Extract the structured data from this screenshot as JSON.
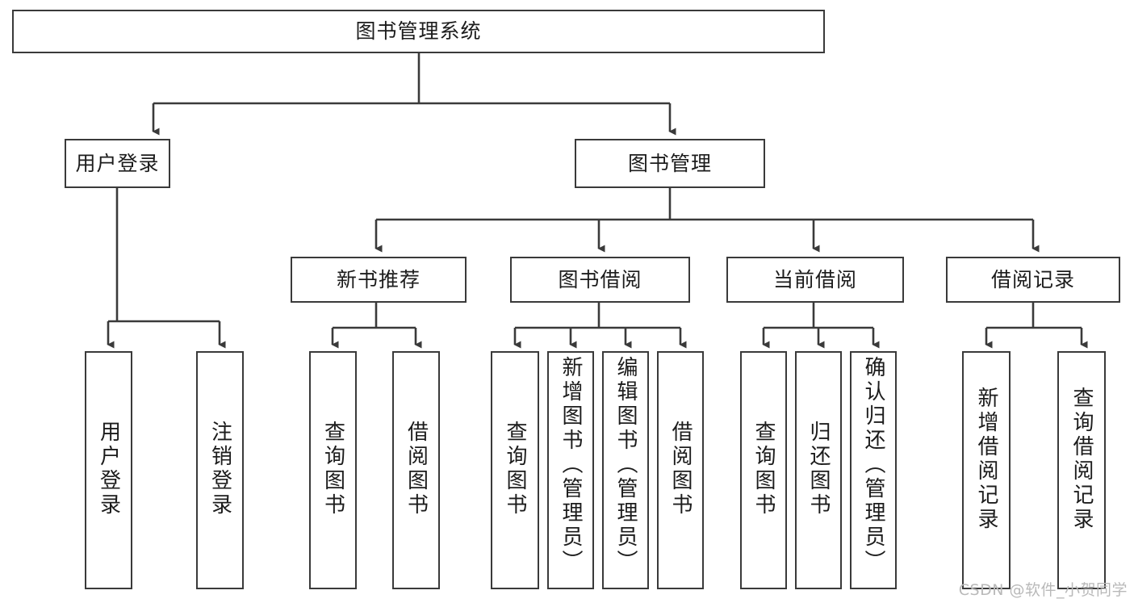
{
  "diagram": {
    "title": "图书管理系统",
    "watermark": "CSDN @软件_小贺同学",
    "levels": {
      "root": {
        "label": "图书管理系统"
      },
      "level2": [
        {
          "label": "用户登录"
        },
        {
          "label": "图书管理"
        }
      ],
      "level3": [
        {
          "label": "新书推荐"
        },
        {
          "label": "图书借阅"
        },
        {
          "label": "当前借阅"
        },
        {
          "label": "借阅记录"
        }
      ],
      "leaves": {
        "user_login": [
          {
            "label": "用户登录"
          },
          {
            "label": "注销登录"
          }
        ],
        "new_book_recommend": [
          {
            "label": "查询图书"
          },
          {
            "label": "借阅图书"
          }
        ],
        "book_borrow": [
          {
            "label": "查询图书"
          },
          {
            "label": "新增图书（管理员）"
          },
          {
            "label": "编辑图书（管理员）"
          },
          {
            "label": "借阅图书"
          }
        ],
        "current_borrow": [
          {
            "label": "查询图书"
          },
          {
            "label": "归还图书"
          },
          {
            "label": "确认归还（管理员）"
          }
        ],
        "borrow_record": [
          {
            "label": "新增借阅记录"
          },
          {
            "label": "查询借阅记录"
          }
        ]
      }
    },
    "colors": {
      "stroke": "#3a3a3a",
      "text": "#1c1c1c",
      "background": "#ffffff",
      "watermark": "#b9b9b9"
    }
  }
}
